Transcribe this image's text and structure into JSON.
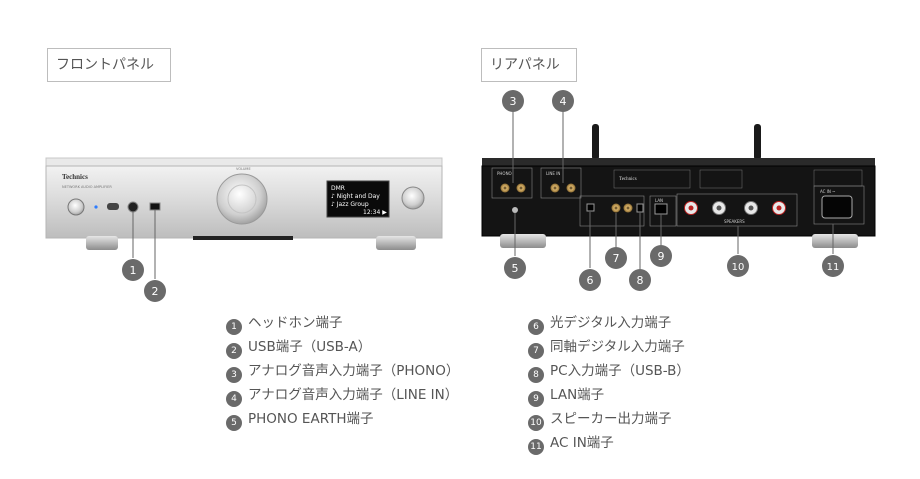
{
  "front_tag": "フロントパネル",
  "rear_tag": "リアパネル",
  "front": {
    "brand": "Technics",
    "model": "NETWORK AUDIO AMPLIFIER",
    "knob_label": "VOLUME",
    "display_lines": [
      "DMR",
      "♪ Night and Day",
      "♪ Jazz Group",
      "12:34 ▶"
    ],
    "callouts": [
      "1",
      "2"
    ]
  },
  "rear": {
    "brand": "Technics",
    "callouts": [
      "3",
      "4",
      "5",
      "6",
      "7",
      "8",
      "9",
      "10",
      "11"
    ],
    "port_labels": {
      "phono": "PHONO",
      "line_in": "LINE IN",
      "lan": "LAN",
      "speakers": "SPEAKERS",
      "ac_in": "AC IN ~"
    }
  },
  "legend_front": [
    {
      "num": "1",
      "label": "ヘッドホン端子"
    },
    {
      "num": "2",
      "label": "USB端子（USB-A）"
    },
    {
      "num": "3",
      "label": "アナログ音声入力端子（PHONO）"
    },
    {
      "num": "4",
      "label": "アナログ音声入力端子（LINE IN）"
    },
    {
      "num": "5",
      "label": "PHONO EARTH端子"
    }
  ],
  "legend_rear": [
    {
      "num": "6",
      "label": "光デジタル入力端子"
    },
    {
      "num": "7",
      "label": "同軸デジタル入力端子"
    },
    {
      "num": "8",
      "label": "PC入力端子（USB-B）"
    },
    {
      "num": "9",
      "label": "LAN端子"
    },
    {
      "num": "10",
      "label": "スピーカー出力端子"
    },
    {
      "num": "11",
      "label": "AC IN端子"
    }
  ]
}
